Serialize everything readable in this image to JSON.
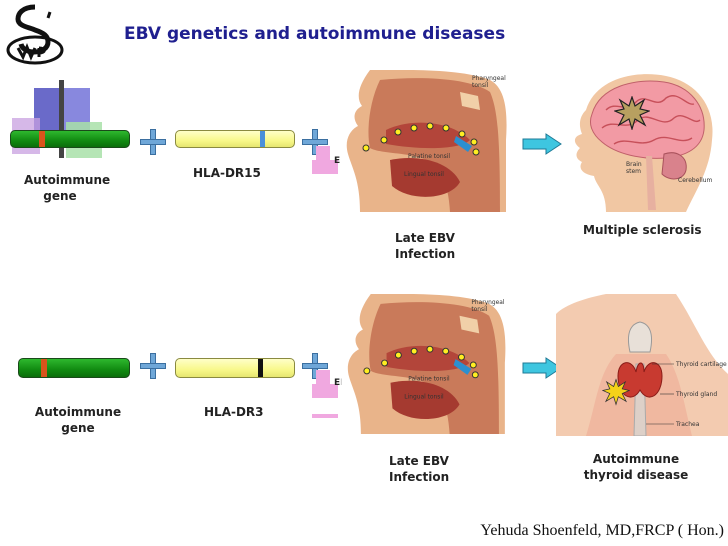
{
  "title": "EBV genetics and autoimmune diseases",
  "author": "Yehuda Shoenfeld, MD,FRCP ( Hon.)",
  "rows": [
    {
      "gene_label": "Autoimmune gene",
      "hla_label": "HLA-DR15",
      "infection_label": "Late EBV Infection",
      "ebv_label": "EBV",
      "disease_label": "Multiple sclerosis"
    },
    {
      "gene_label": "Autoimmune gene",
      "hla_label": "HLA-DR3",
      "infection_label": "Late EBV Infection",
      "ebv_label": "EBV",
      "disease_label": "Autoimmune thyroid disease"
    }
  ],
  "throat_labels": [
    "Pharyngeal tonsil",
    "Palatine tonsil",
    "Lingual tonsil"
  ],
  "brain_labels": [
    "Brain stem",
    "Cerebellum"
  ],
  "thyroid_labels": [
    "Thyroid cartilage",
    "Thyroid gland",
    "Trachea"
  ],
  "colors": {
    "title": "#1f1f8f",
    "gene": "#1a9a1a",
    "gene_band": "#d9541c",
    "hla": "#f8f88a",
    "hla_band_dr15": "#4a90d9",
    "hla_band_dr3": "#111111",
    "plus": "#6fa7d8",
    "arrow": "#3ec6e0",
    "burst": "#f5d21a"
  },
  "icons": [
    "logo-icon",
    "plus-icon",
    "arrow-right-icon",
    "burst-icon"
  ]
}
